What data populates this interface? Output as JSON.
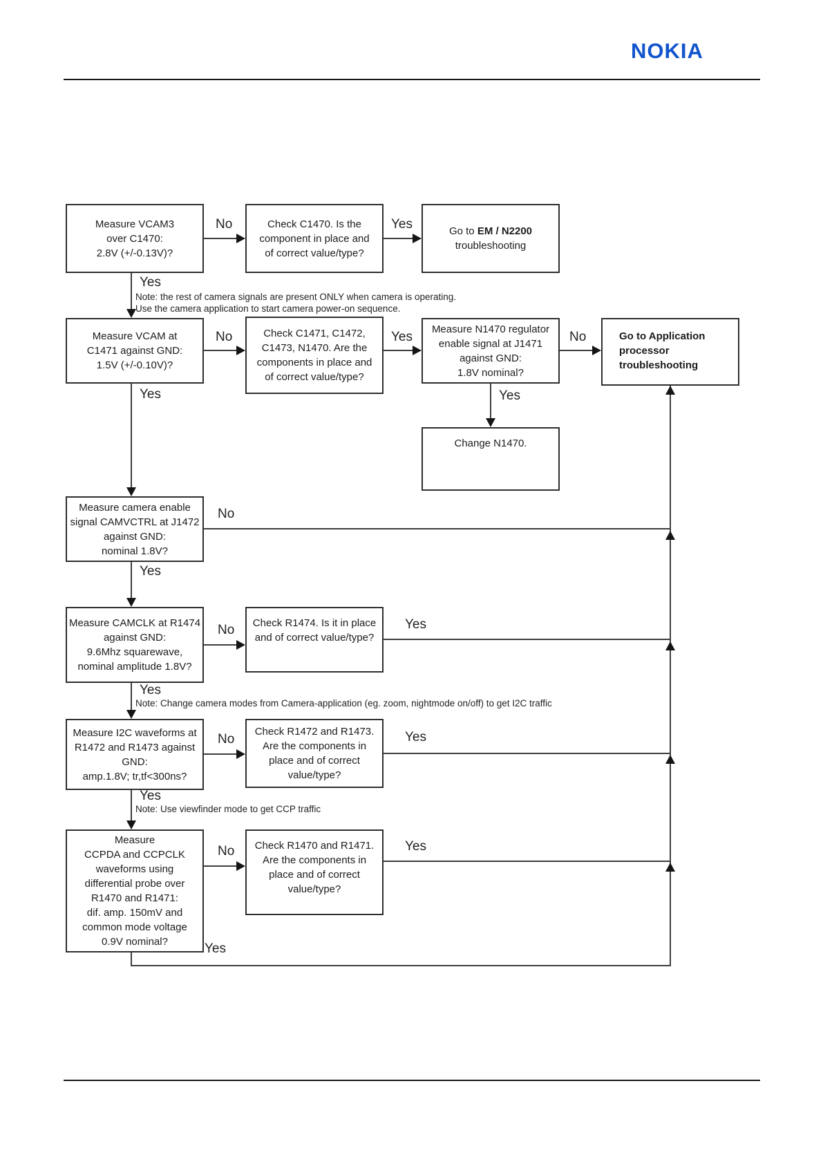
{
  "brand": "NOKIA",
  "labels": {
    "yes": "Yes",
    "no": "No"
  },
  "colors": {
    "brand_blue": "#1254CC"
  },
  "boxes": {
    "a1": {
      "text": "Measure VCAM3\nover C1470:\n2.8V (+/-0.13V)?"
    },
    "b1": {
      "text": "Check C1470. Is the\ncomponent in place and\nof correct value/type?"
    },
    "c1": {
      "prefix": "Go to ",
      "strong": "EM / N2200",
      "line2": "troubleshooting"
    },
    "a2": {
      "text": "Measure VCAM at\nC1471 against GND:\n1.5V (+/-0.10V)?"
    },
    "b2": {
      "text": "Check C1471, C1472,\nC1473, N1470. Are the\ncomponents in place and\nof correct value/type?"
    },
    "c2": {
      "text": "Measure N1470 regulator\nenable signal at J1471\nagainst GND:\n1.8V nominal?"
    },
    "d2": {
      "text": "Go to Application\nprocessor\ntroubleshooting"
    },
    "e2": {
      "text": "Change N1470."
    },
    "a3": {
      "text": "Measure camera enable\nsignal CAMVCTRL at J1472\nagainst GND:\nnominal 1.8V?"
    },
    "a4": {
      "text": "Measure CAMCLK at R1474\nagainst GND:\n9.6Mhz squarewave,\nnominal amplitude 1.8V?"
    },
    "b4": {
      "text": "Check R1474. Is it in place\nand of correct value/type?"
    },
    "a5": {
      "text": "Measure I2C waveforms at\nR1472 and R1473 against\nGND:\namp.1.8V; tr,tf<300ns?"
    },
    "b5": {
      "text": "Check R1472 and R1473.\nAre the components in\nplace and of correct\nvalue/type?"
    },
    "a6": {
      "text": "Measure\nCCPDA and CCPCLK\nwaveforms using\ndifferential probe over\nR1470 and R1471:\ndif. amp. 150mV and\ncommon mode voltage\n0.9V nominal?"
    },
    "b6": {
      "text": "Check R1470 and R1471.\nAre the components in\nplace and of correct\nvalue/type?"
    }
  },
  "notes": {
    "n1": "Note: the rest of camera signals are present ONLY when camera is operating.",
    "n2": "Use the camera application to start camera power-on sequence.",
    "n3": "Note: Change camera modes from Camera-application (eg. zoom, nightmode on/off) to get I2C traffic",
    "n4": "Note: Use viewfinder mode to get CCP traffic"
  }
}
